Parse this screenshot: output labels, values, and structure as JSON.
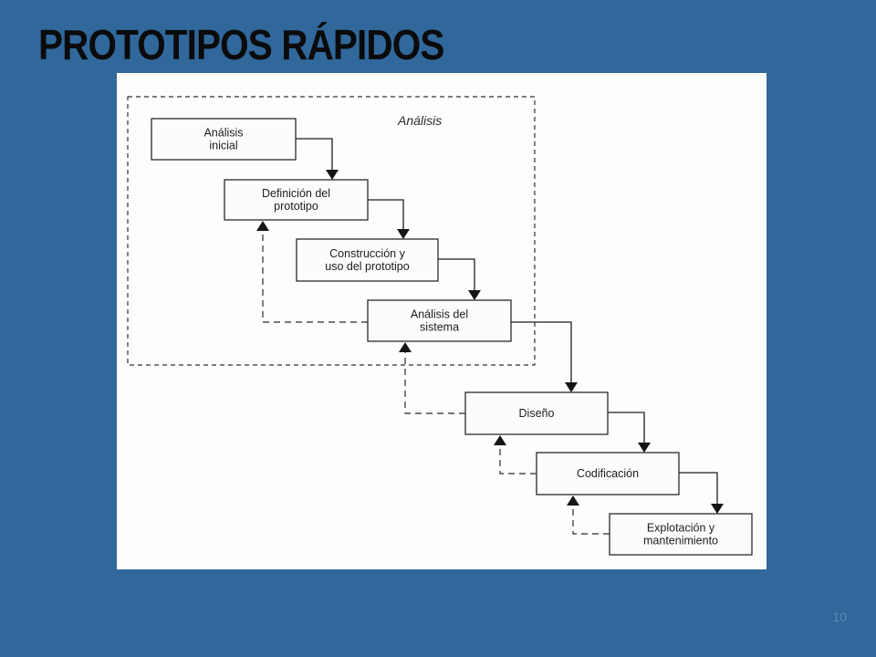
{
  "slide": {
    "title": "PROTOTIPOS RÁPIDOS",
    "page_number": "10",
    "background_color": "#31689b"
  },
  "diagram": {
    "group_label": "Análisis",
    "steps": [
      {
        "id": "analisis-inicial",
        "lines": [
          "Análisis",
          "inicial"
        ]
      },
      {
        "id": "definicion-prototipo",
        "lines": [
          "Definición del",
          "prototipo"
        ]
      },
      {
        "id": "construccion-prototipo",
        "lines": [
          "Construcción y",
          "uso del prototipo"
        ]
      },
      {
        "id": "analisis-sistema",
        "lines": [
          "Análisis del",
          "sistema"
        ]
      },
      {
        "id": "diseno",
        "lines": [
          "Diseño"
        ]
      },
      {
        "id": "codificacion",
        "lines": [
          "Codificación"
        ]
      },
      {
        "id": "explotacion",
        "lines": [
          "Explotación y",
          "mantenimiento"
        ]
      }
    ],
    "flows": [
      {
        "from": "analisis-inicial",
        "to": "definicion-prototipo",
        "style": "solid"
      },
      {
        "from": "definicion-prototipo",
        "to": "construccion-prototipo",
        "style": "solid"
      },
      {
        "from": "construccion-prototipo",
        "to": "analisis-sistema",
        "style": "solid"
      },
      {
        "from": "analisis-sistema",
        "to": "diseno",
        "style": "solid"
      },
      {
        "from": "diseno",
        "to": "codificacion",
        "style": "solid"
      },
      {
        "from": "codificacion",
        "to": "explotacion",
        "style": "solid"
      },
      {
        "from": "analisis-sistema",
        "to": "definicion-prototipo",
        "style": "dashed"
      },
      {
        "from": "diseno",
        "to": "analisis-sistema",
        "style": "dashed"
      },
      {
        "from": "codificacion",
        "to": "diseno",
        "style": "dashed"
      },
      {
        "from": "explotacion",
        "to": "codificacion",
        "style": "dashed"
      }
    ]
  }
}
